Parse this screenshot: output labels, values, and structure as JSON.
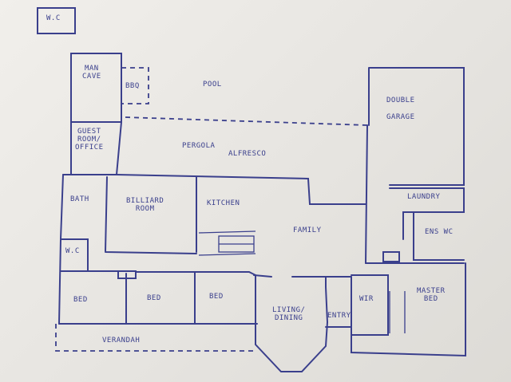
{
  "labels": {
    "wc_top": "W.C",
    "man_cave": "MAN\nCAVE",
    "bbq": "BBQ",
    "pool": "POOL",
    "double_garage": "DOUBLE\nGARAGE",
    "guest_room": "GUEST\nROOM/\nOFFICE",
    "pergola": "PERGOLA",
    "alfresco": "ALFRESCO",
    "bath": "BATH",
    "billiard_room": "BILLIARD\nROOM",
    "kitchen": "KITCHEN",
    "laundry": "LAUNDRY",
    "ens_wc": "ENS WC",
    "family": "FAMILY",
    "wc": "W.C",
    "bed1": "BED",
    "bed2": "BED",
    "bed3": "BED",
    "living_dining": "LIVING/\nDINING",
    "entry": "ENTRY",
    "wir": "WIR",
    "master_bed": "MASTER\nBED",
    "verandah": "VERANDAH"
  },
  "colors": {
    "ink": "#3a3f8c",
    "paper": "#eceae6"
  }
}
